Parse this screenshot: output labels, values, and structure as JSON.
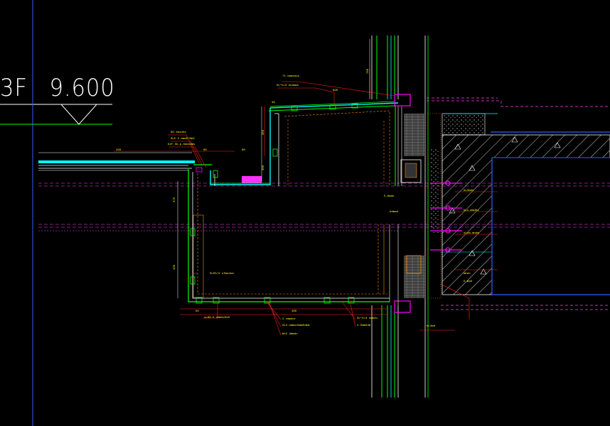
{
  "drawing": {
    "level_marker": {
      "floor": "3F",
      "elevation": "9.600"
    },
    "colors": {
      "background": "#000000",
      "white": "#ffffff",
      "green": "#00ff00",
      "cyan": "#00ffff",
      "red": "#ff2020",
      "magenta": "#ff00ff",
      "yellow": "#ffff00",
      "blue": "#0000ff",
      "orange": "#ff8c00"
    },
    "callouts": {
      "top_1": "71.cmmsdss",
      "top_2": "SL*5/3 kb3mes",
      "left_1": "SD.tmsdhd",
      "left_2": "SL5.4 omm5*6m3",
      "left_3": "b4f.5b.p-bmoomms",
      "mid_1": "SLS5/3 ofmodom",
      "bot_1": "sL80.5 nmm3x0d3",
      "bot_2": "2 cmmdor",
      "bot_3": "SL2.ommsdnmm5dmm",
      "bot_4": "WL5 dmmdc",
      "bot_5": "SL*5/3 omm2d",
      "bot_6": "2.5mm5dm",
      "right_1": "5.mmdo",
      "right_2": "bdmmd",
      "right_3": "bL3mds",
      "right_4": "bLs.mmd5s",
      "right_5": "sLom.mndm",
      "right_6": "mbdo",
      "right_7": "5.mmd",
      "right_8": "bL3md"
    },
    "dimensions": {
      "d1": "150",
      "d2": "60",
      "d3": "80",
      "d4": "370",
      "d5": "100",
      "d6": "350",
      "d7": "300",
      "d8": "780",
      "d9": "50",
      "d10": "460",
      "d11": "990",
      "d12": "30"
    }
  }
}
